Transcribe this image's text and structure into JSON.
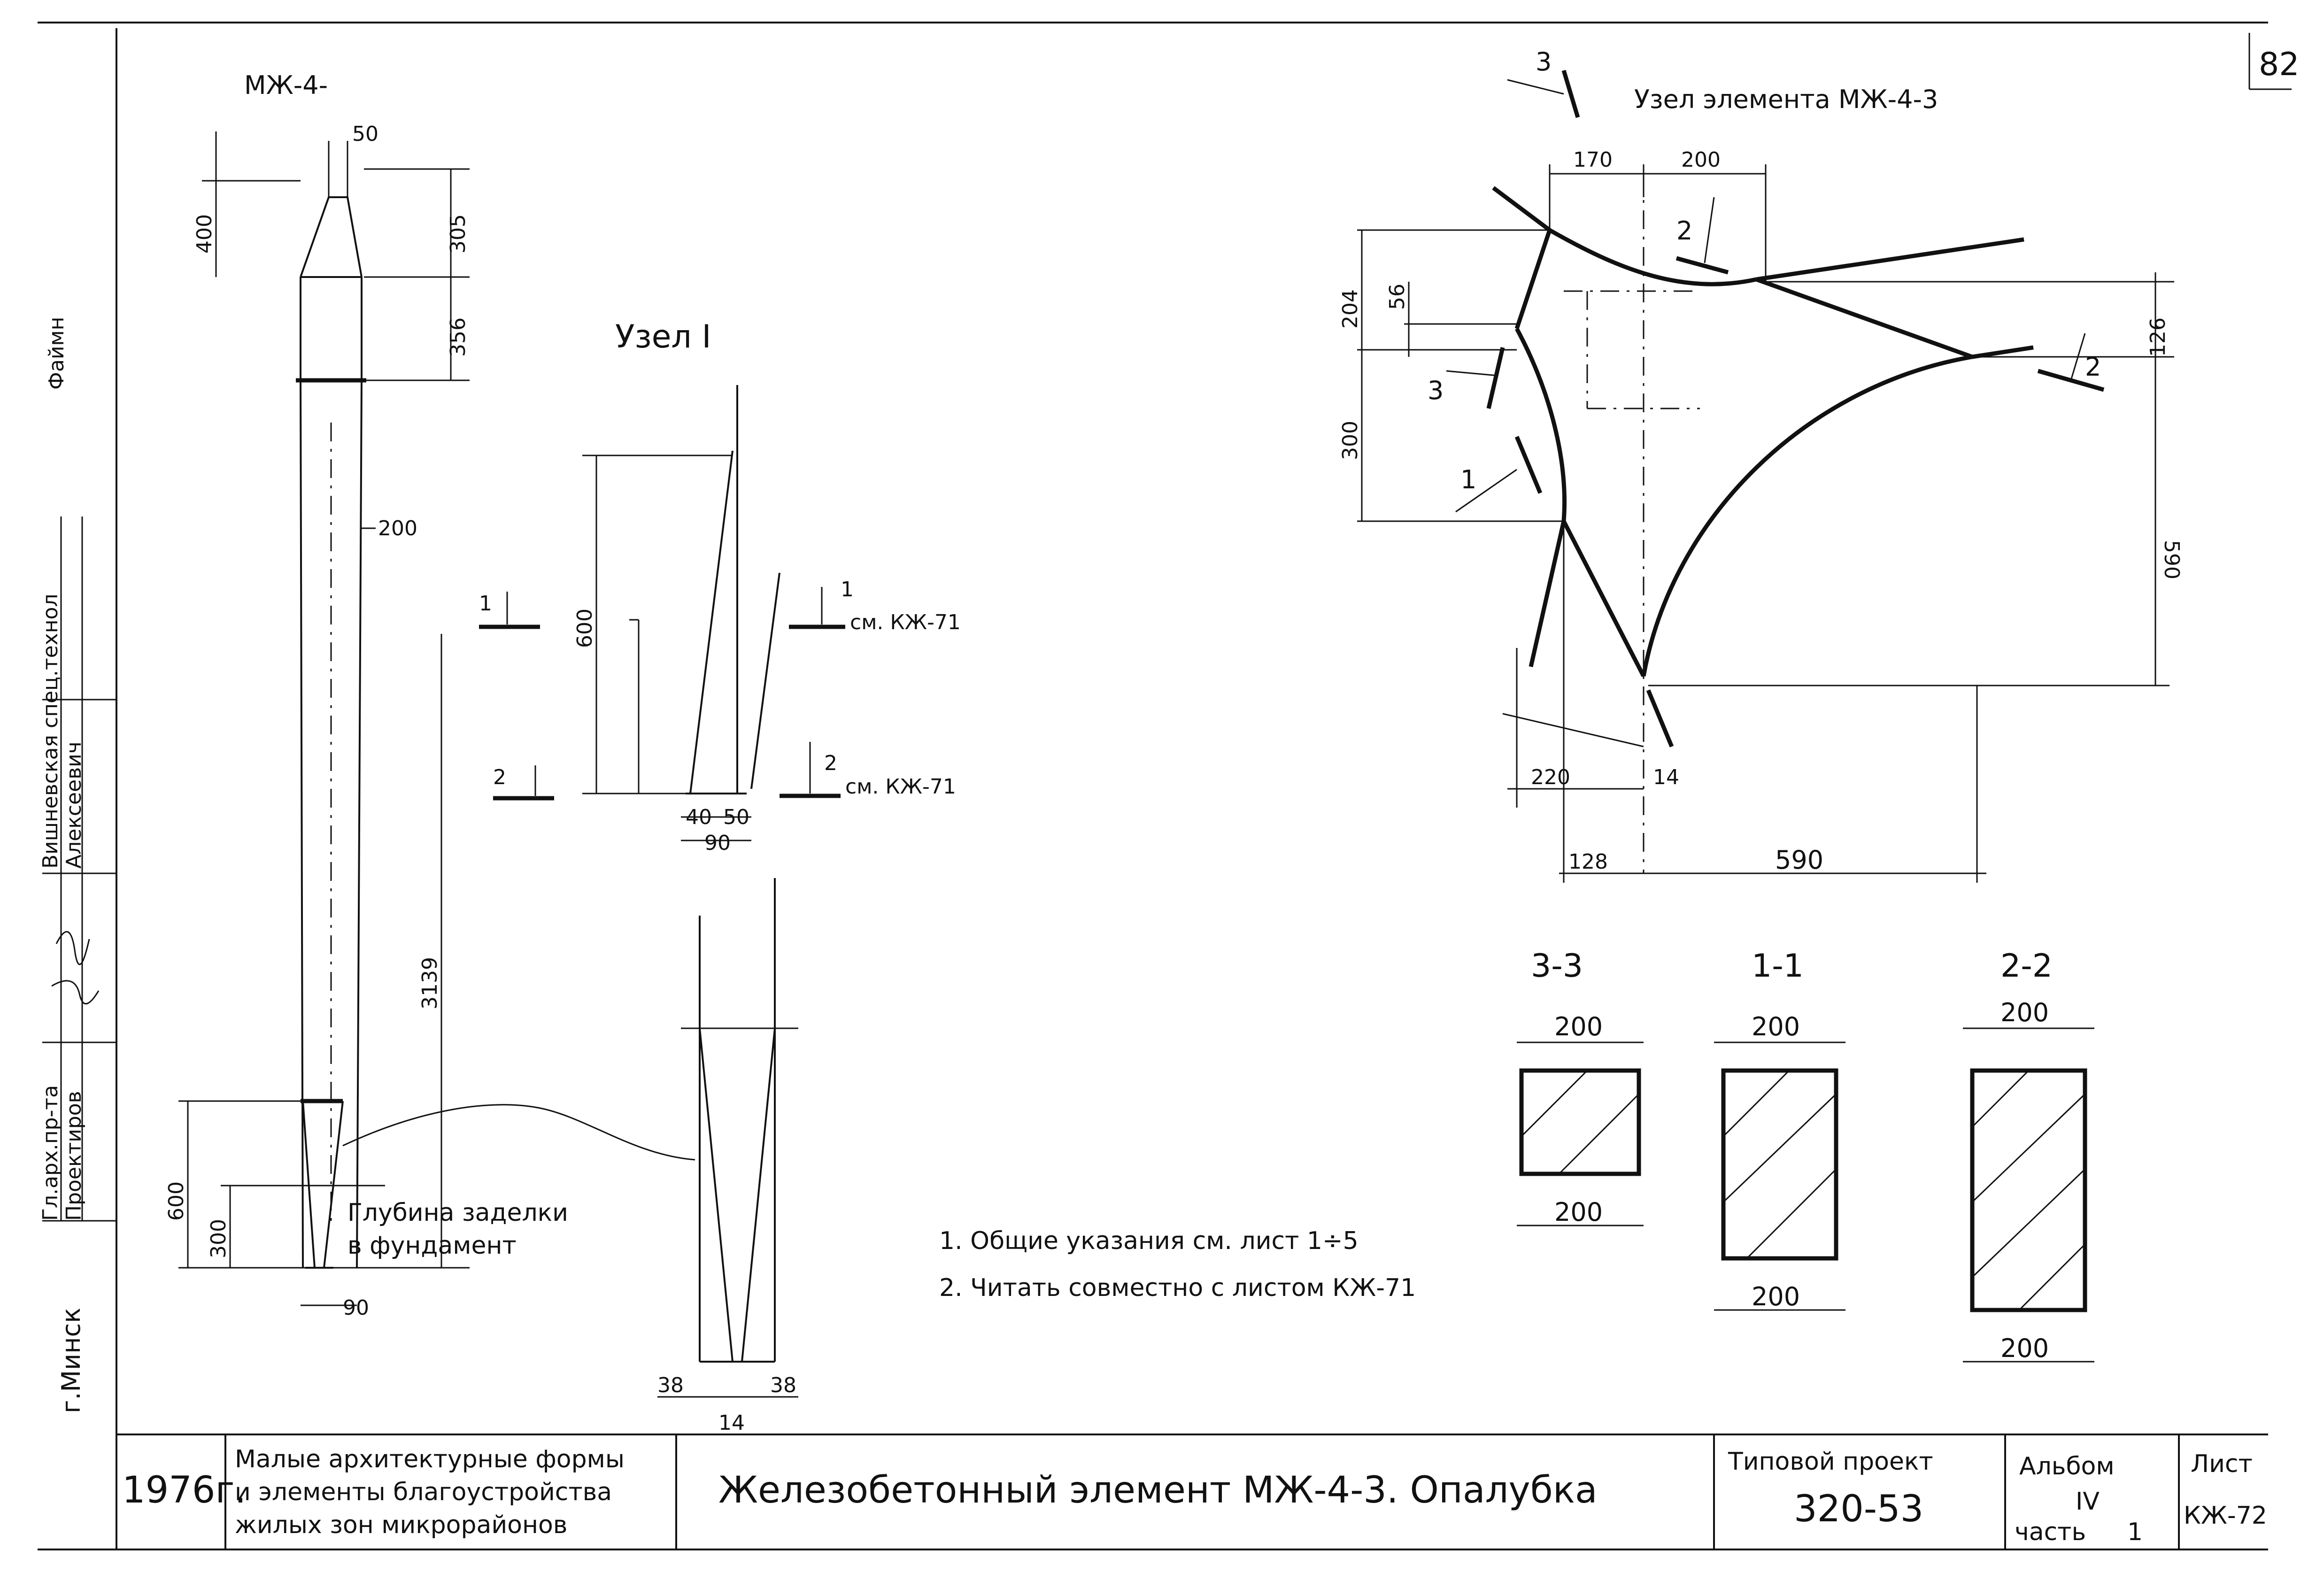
{
  "sheet": {
    "sheet_corner": "82",
    "city": "г.Минск",
    "stamp": {
      "role1": "Гл.арх.пр-та",
      "role2": "Проектиров",
      "dept": "Вишневская спец.технол",
      "name1": "Алексеевич",
      "name2": "Файмн"
    }
  },
  "drawing": {
    "element_label": "МЖ-4-",
    "node_title": "Узел I",
    "node_detail_title": "Узел элемента МЖ-4-3",
    "depth_note_line1": "Глубина заделки",
    "depth_note_line2": "в фундамент",
    "see_1": "см. КЖ-71",
    "see_2": "см. КЖ-71",
    "notes": [
      "1. Общие указания см. лист 1÷5",
      "2. Читать совместно с листом КЖ-71"
    ],
    "section_titles": [
      "3-3",
      "1-1",
      "2-2"
    ],
    "cut_marks": [
      "1",
      "2",
      "3"
    ],
    "dims_column": [
      "50",
      "400",
      "305",
      "356",
      "200",
      "3139",
      "600",
      "300",
      "90"
    ],
    "dims_node1": [
      "600",
      "40",
      "50",
      "90",
      "38",
      "38",
      "14"
    ],
    "dims_node_detail": [
      "170",
      "200",
      "204",
      "56",
      "300",
      "126",
      "590",
      "220",
      "14",
      "128",
      "590"
    ],
    "dims_sections": [
      "200",
      "200",
      "200",
      "200",
      "200",
      "200"
    ]
  },
  "title_block": {
    "year": "1976г.",
    "project_desc_line1": "Малые архитектурные формы",
    "project_desc_line2": "и элементы благоустройства",
    "project_desc_line3": "жилых зон микрорайонов",
    "sheet_title": "Железобетонный элемент МЖ-4-3. Опалубка",
    "typical_label": "Типовой проект",
    "typical_value": "320-53",
    "album_label": "Альбом",
    "album_value": "IV",
    "part_label": "часть",
    "part_value": "1",
    "sheet_label": "Лист",
    "sheet_value": "КЖ-72"
  }
}
